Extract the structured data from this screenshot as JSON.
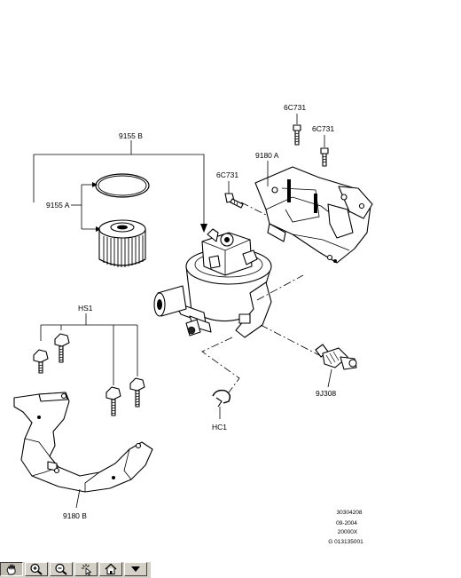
{
  "diagram": {
    "labels": {
      "filter_assembly": "9155 B",
      "filter_element": "9155 A",
      "bracket_upper": "9180 A",
      "bolt_left": "6C731",
      "bolt_top": "6C731",
      "bolt_right": "6C731",
      "sensor": "9J308",
      "clip": "HC1",
      "bolt_set": "HS1",
      "bracket_lower": "9180 B"
    },
    "meta_lines": [
      "30304208",
      "09-2004",
      "20000X",
      "G 013135001"
    ]
  },
  "toolbar": {
    "buttons": [
      {
        "icon": "pan-hand-icon",
        "active": true
      },
      {
        "icon": "zoom-in-icon",
        "active": false
      },
      {
        "icon": "zoom-out-icon",
        "active": false
      },
      {
        "icon": "select-cursor-icon",
        "active": false
      },
      {
        "icon": "home-icon",
        "active": false
      },
      {
        "icon": "dropdown-arrow-icon",
        "active": false
      }
    ]
  }
}
